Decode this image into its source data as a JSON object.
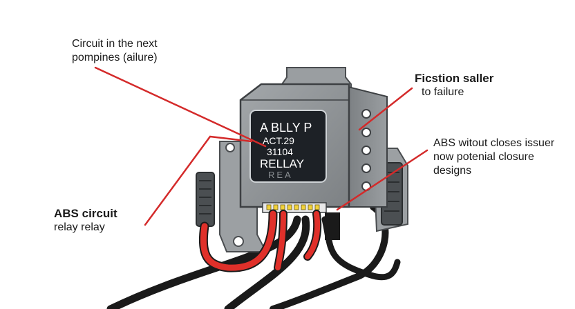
{
  "relay_label": {
    "line1": "A BLLY P",
    "line2": "ACT.29",
    "line3": "31104",
    "line4": "RELLAY",
    "line5": "REA"
  },
  "callouts": {
    "top_left": {
      "line1": "Circuit in the next",
      "line2": "pompines (ailure)"
    },
    "top_right": {
      "title": "Ficstion saller",
      "line2": "to failure"
    },
    "right": {
      "line1": "ABS witout closes issuer",
      "line2": "now potenial closure",
      "line3": "designs"
    },
    "left": {
      "title": "ABS circuit",
      "line2": "relay relay"
    }
  },
  "colors": {
    "leader_line": "#d42a2a",
    "housing": "#8d9194",
    "housing_dark": "#6c7073",
    "label_bg": "#1d2126",
    "wire_red": "#e0302a",
    "wire_black": "#1a1a1a",
    "pins": "#f2d23a"
  }
}
